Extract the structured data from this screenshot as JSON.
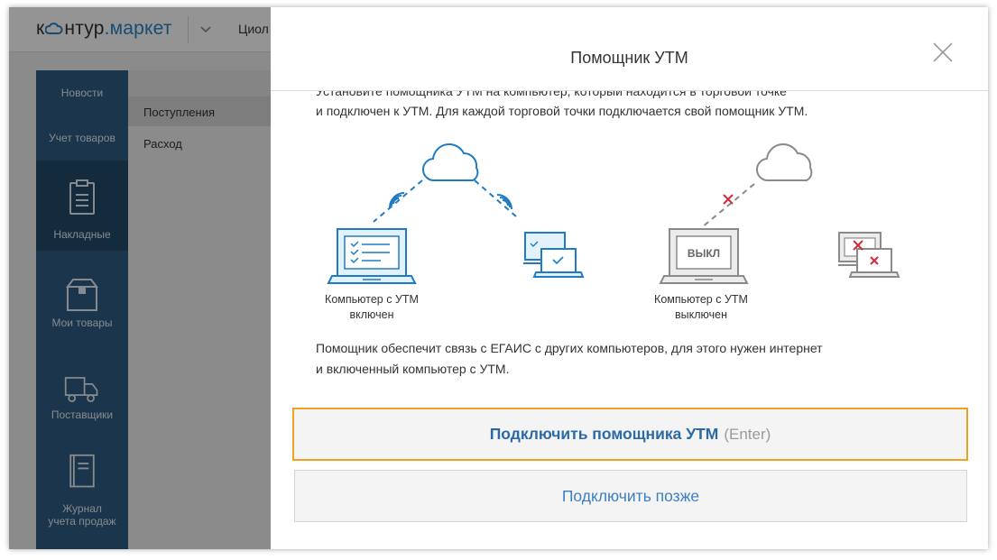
{
  "app": {
    "logo_pre": "к",
    "logo_mid": "нтур",
    "logo_dot": ".",
    "logo_post": "маркет",
    "org_name": "Циол"
  },
  "nav": {
    "items": [
      {
        "label": "Новости",
        "icon": "none"
      },
      {
        "label": "Учет товаров",
        "icon": "none"
      },
      {
        "label": "Накладные",
        "icon": "clipboard-icon"
      },
      {
        "label": "Мои товары",
        "icon": "box-icon"
      },
      {
        "label": "Поставщики",
        "icon": "truck-icon"
      },
      {
        "label_line1": "Журнал",
        "label_line2": "учета продаж",
        "icon": "journal-icon"
      }
    ]
  },
  "subnav": {
    "items": [
      "Поступления",
      "Расход"
    ]
  },
  "modal": {
    "title": "Помощник УТМ",
    "intro_line1": "Установите помощника УТМ на компьютер, который находится в торговой точке",
    "intro_line2": "и подключен к УТМ. Для каждой торговой точки подключается свой помощник УТМ.",
    "screen_off_label": "ВЫКЛ",
    "caption_on_line1": "Компьютер с УТМ",
    "caption_on_line2": "включен",
    "caption_off_line1": "Компьютер с УТМ",
    "caption_off_line2": "выключен",
    "helper_line1": "Помощник обеспечит связь с ЕГАИС с других компьютеров, для этого нужен интернет",
    "helper_line2": "и включенный компьютер с УТМ.",
    "connect_label": "Подключить помощника УТМ",
    "connect_hint": "(Enter)",
    "later_label": "Подключить позже"
  },
  "colors": {
    "nav_bg": "#2f5d84",
    "accent_blue": "#2b6aa7",
    "focus_orange": "#f0a11e",
    "error_red": "#d6293e",
    "icon_gray": "#8a8a8a"
  }
}
